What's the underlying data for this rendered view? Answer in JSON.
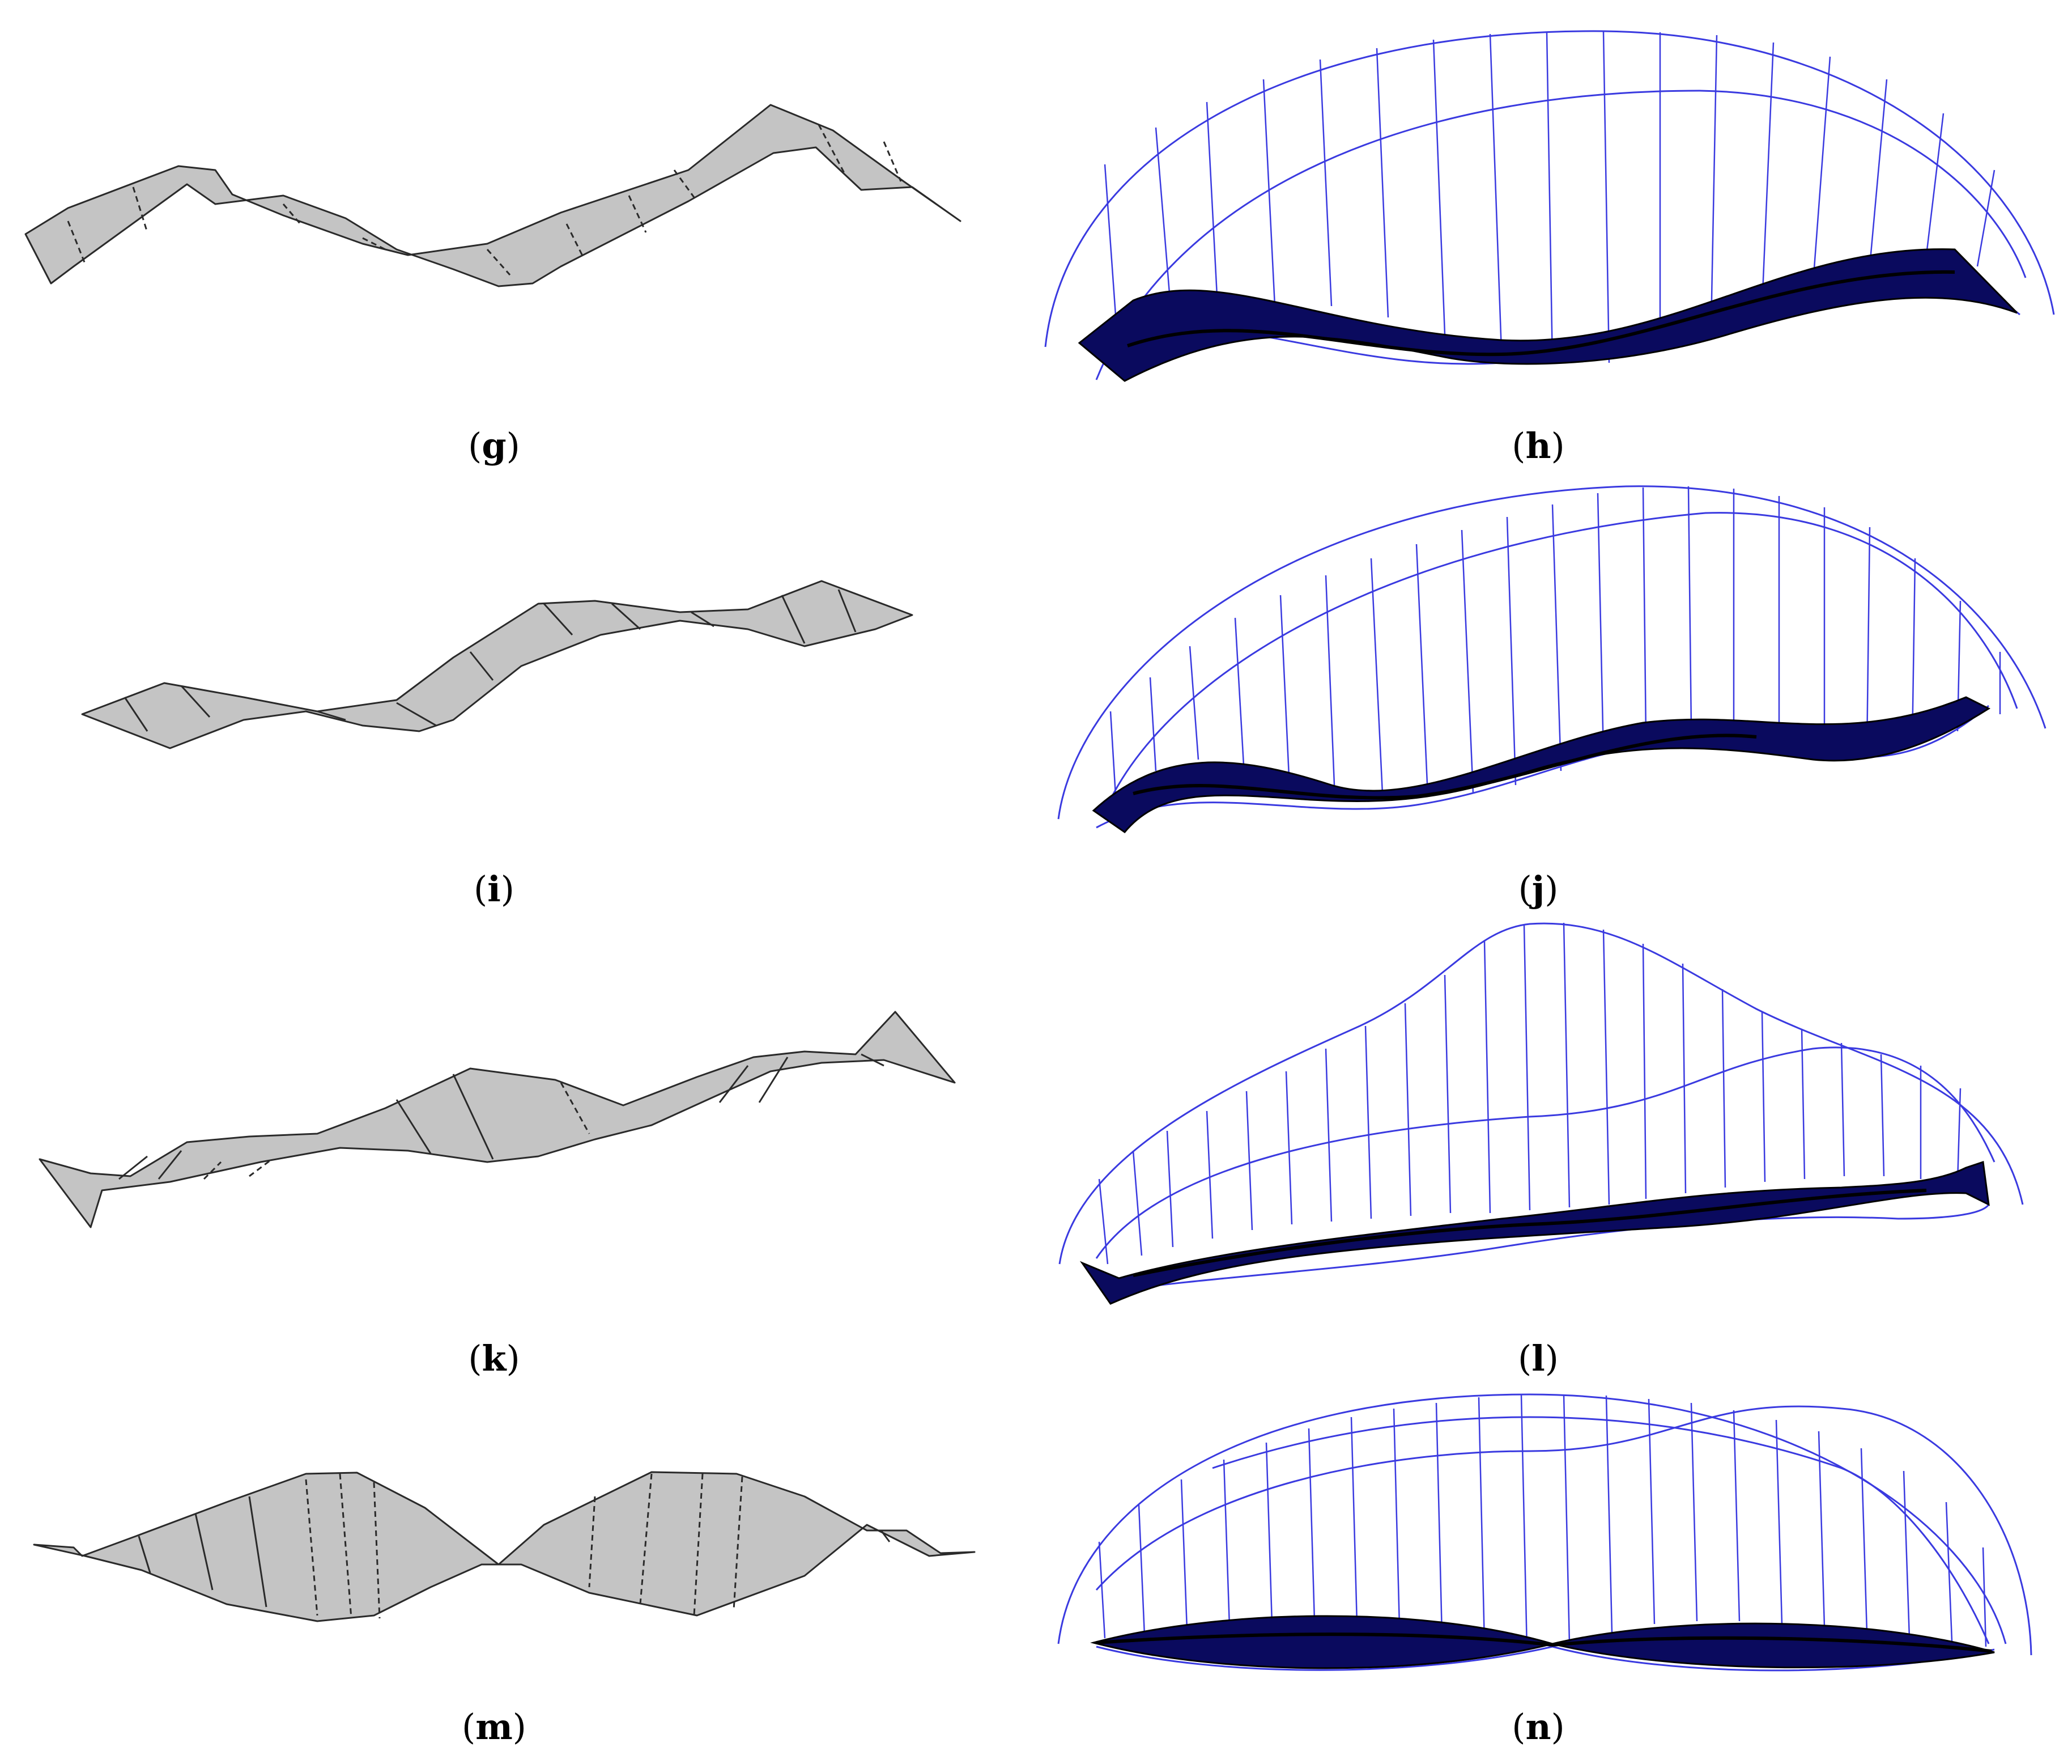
{
  "figure": {
    "colors": {
      "background": "#ffffff",
      "deck_fill": "#c4c4c4",
      "deck_edge": "#222222",
      "cable_blue": "#3a3ae0",
      "deck_navy": "#0a0a5e",
      "deck_dark": "#000000"
    },
    "panels": [
      {
        "id": "g",
        "caption": "g",
        "kind": "deck-mode-shape"
      },
      {
        "id": "h",
        "caption": "h",
        "kind": "arch-bridge-mode-shape"
      },
      {
        "id": "i",
        "caption": "i",
        "kind": "deck-mode-shape"
      },
      {
        "id": "j",
        "caption": "j",
        "kind": "arch-bridge-mode-shape"
      },
      {
        "id": "k",
        "caption": "k",
        "kind": "deck-mode-shape"
      },
      {
        "id": "l",
        "caption": "l",
        "kind": "arch-bridge-mode-shape"
      },
      {
        "id": "m",
        "caption": "m",
        "kind": "deck-mode-shape"
      },
      {
        "id": "n",
        "caption": "n",
        "kind": "arch-bridge-mode-shape"
      }
    ]
  }
}
